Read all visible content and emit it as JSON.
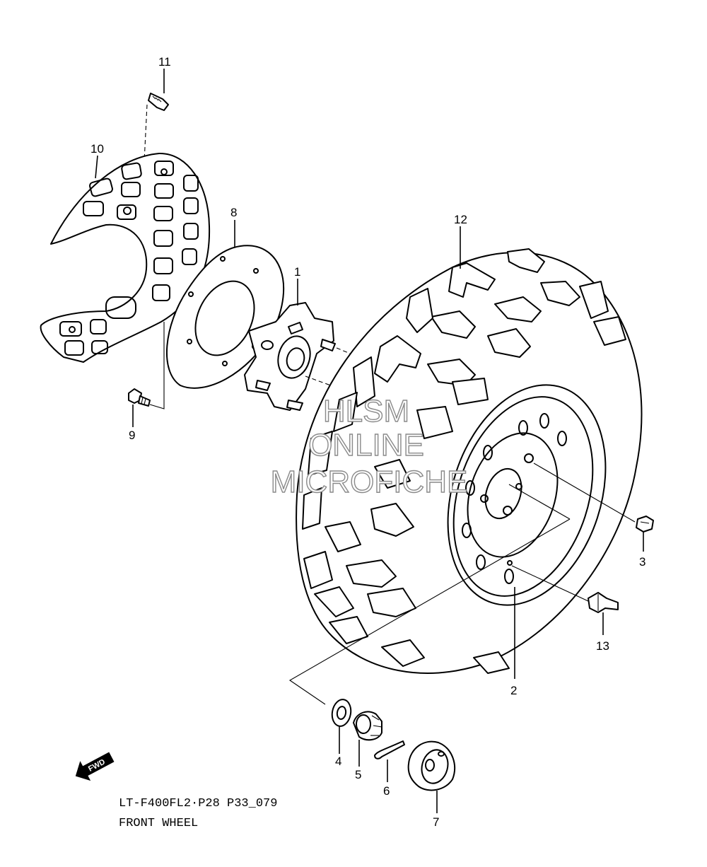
{
  "callouts": {
    "c1": "1",
    "c2": "2",
    "c3": "3",
    "c4": "4",
    "c5": "5",
    "c6": "6",
    "c7": "7",
    "c8": "8",
    "c9": "9",
    "c10": "10",
    "c11": "11",
    "c12": "12",
    "c13": "13"
  },
  "watermark": {
    "line1": "HLSM",
    "line2": "ONLINE",
    "line3": "MICROFICHE"
  },
  "fwd_arrow_label": "FWD",
  "caption": {
    "code": "LT-F400FL2·P28 P33_079",
    "title": "FRONT WHEEL"
  },
  "colors": {
    "ink": "#000000",
    "paper": "#ffffff",
    "watermark_outline": "#8a8a8a"
  }
}
